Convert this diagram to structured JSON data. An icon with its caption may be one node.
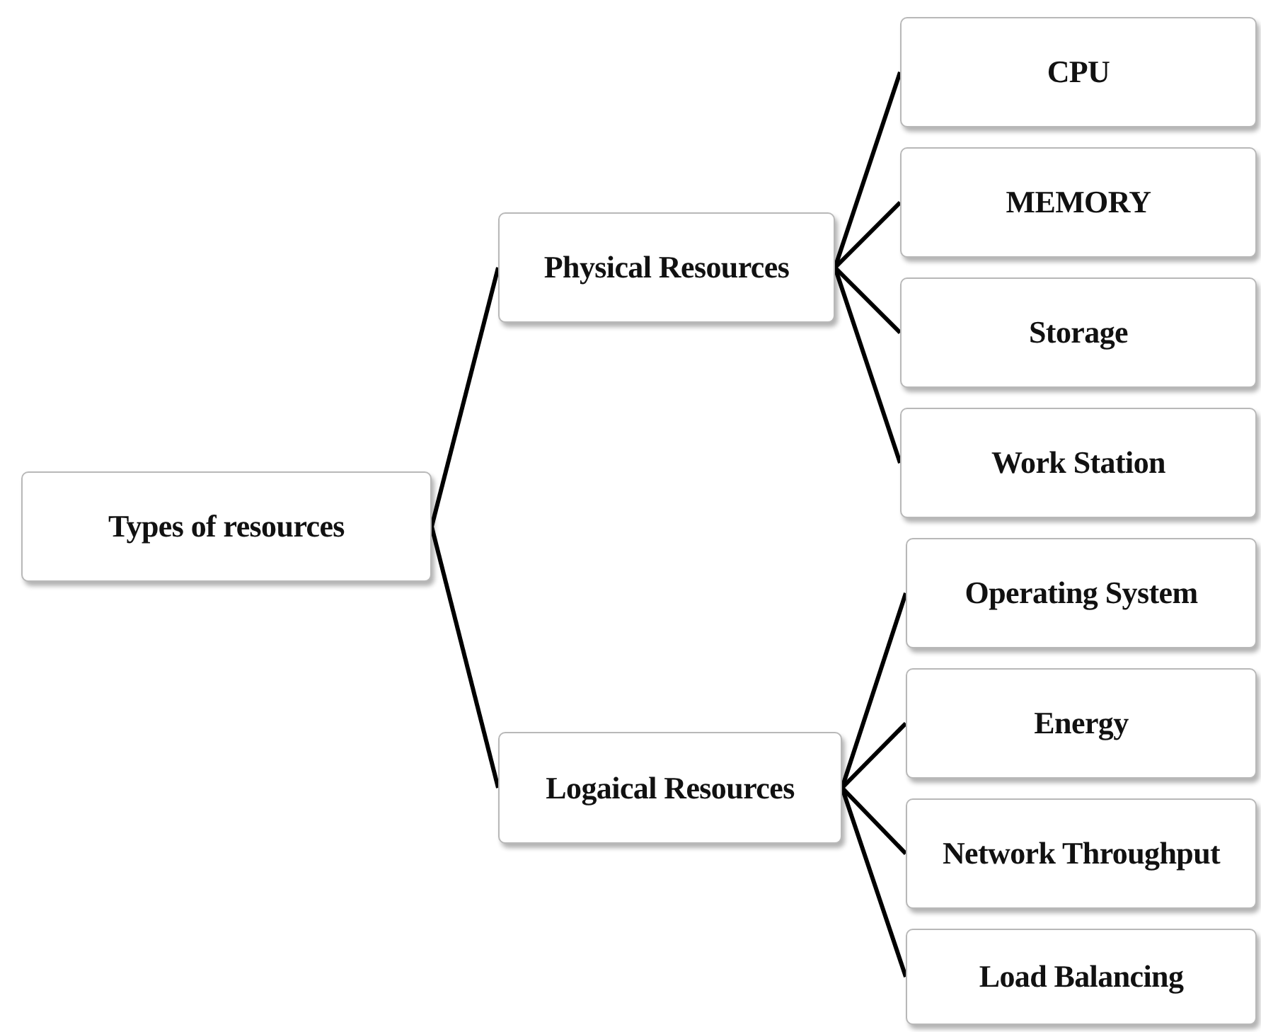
{
  "diagram": {
    "nodes": [
      {
        "text": [
          "Types of resources"
        ]
      },
      {
        "text": [
          "Physical Resources"
        ]
      },
      {
        "text": [
          "CPU"
        ]
      },
      {
        "text": [
          "MEMORY"
        ]
      },
      {
        "text": [
          "Storage"
        ]
      },
      {
        "text": [
          "Work Station"
        ]
      },
      {
        "text": [
          "Logaical Resources"
        ]
      },
      {
        "text": [
          "Operating System"
        ]
      },
      {
        "text": [
          "Energy"
        ]
      },
      {
        "text": [
          "Network Throughput"
        ]
      },
      {
        "text": [
          "Load Balancing"
        ]
      }
    ],
    "edges": [
      {
        "from": 0,
        "to": 1,
        "arrow": "none"
      },
      {
        "from": 0,
        "to": 6,
        "arrow": "none"
      },
      {
        "from": 1,
        "to": 2,
        "arrow": "none"
      },
      {
        "from": 1,
        "to": 3,
        "arrow": "none"
      },
      {
        "from": 1,
        "to": 4,
        "arrow": "none"
      },
      {
        "from": 1,
        "to": 5,
        "arrow": "none"
      },
      {
        "from": 6,
        "to": 7,
        "arrow": "none"
      },
      {
        "from": 6,
        "to": 8,
        "arrow": "none"
      },
      {
        "from": 6,
        "to": 9,
        "arrow": "none"
      },
      {
        "from": 6,
        "to": 10,
        "arrow": "none"
      }
    ]
  }
}
